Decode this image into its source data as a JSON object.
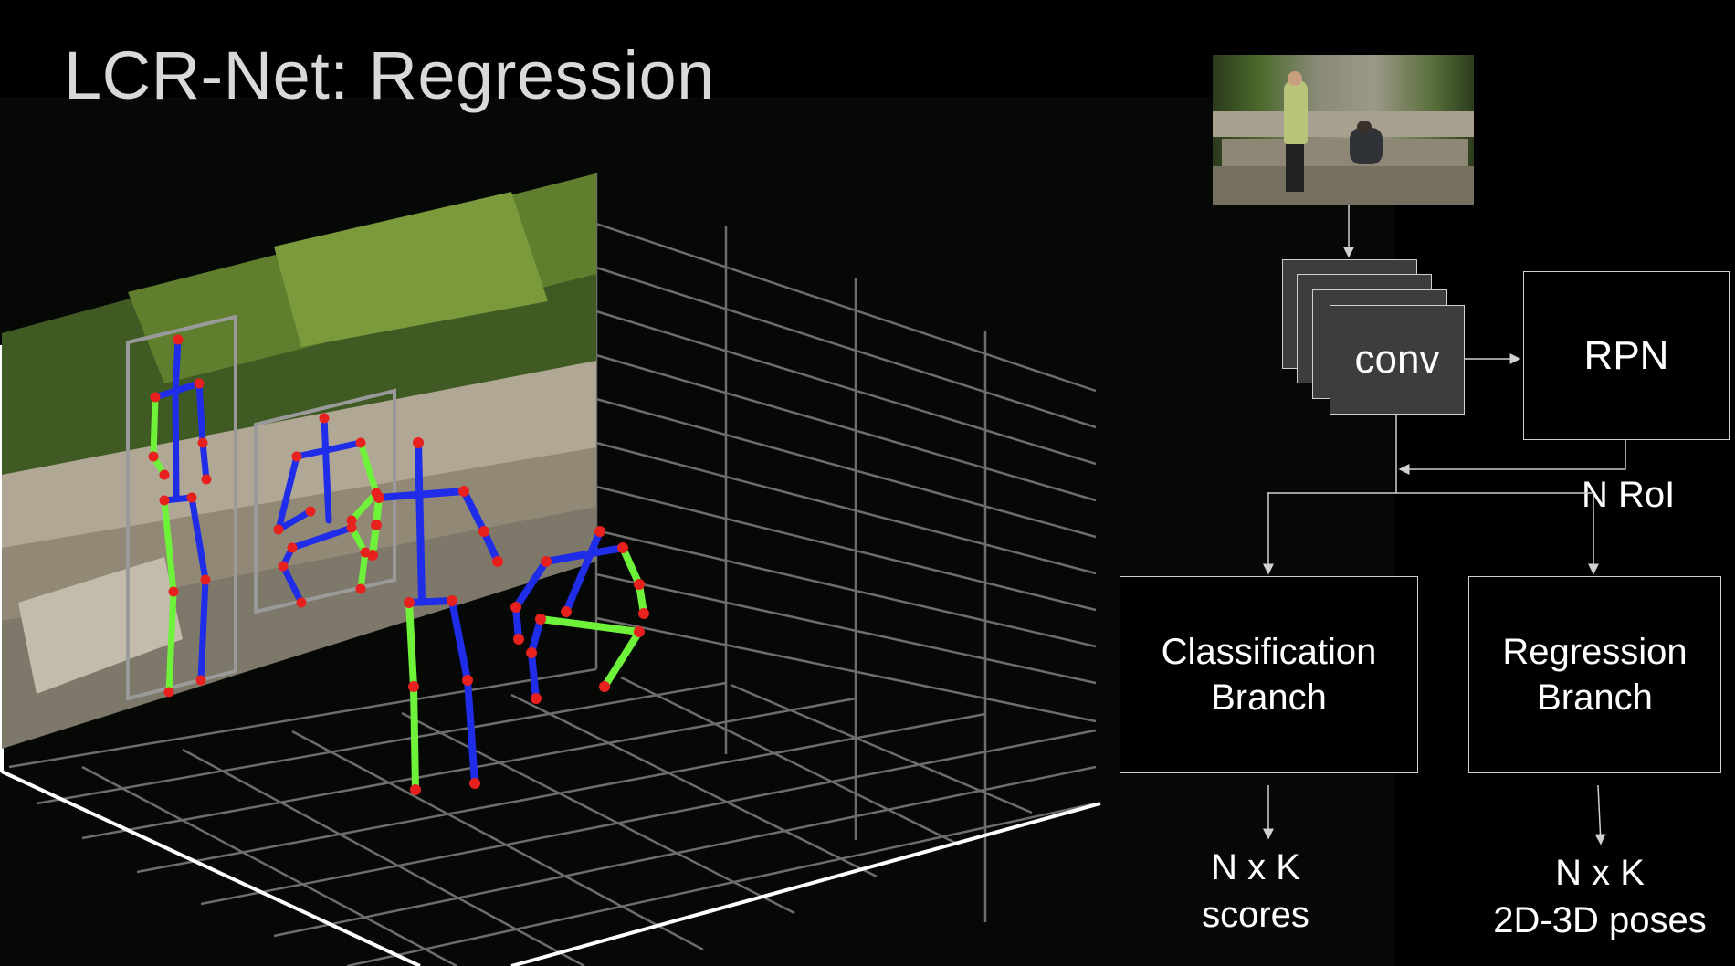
{
  "title": "LCR-Net: Regression",
  "diagram": {
    "input_image": "video-frame-thumbnail",
    "conv": "conv",
    "rpn": "RPN",
    "n_roi": "N RoI",
    "classification_branch": [
      "Classification",
      "Branch"
    ],
    "regression_branch": [
      "Regression",
      "Branch"
    ],
    "classification_output": [
      "N x K",
      "scores"
    ],
    "regression_output": [
      "N x K",
      "2D-3D poses"
    ]
  },
  "colors": {
    "background": "#000000",
    "title": "#d9d9d9",
    "conv_fill": "#3d3d3d",
    "skeleton_blue": "#1f2de8",
    "skeleton_green": "#6ef23a",
    "joint_red": "#e8211f",
    "bbox_gray": "#9a9a9a"
  }
}
